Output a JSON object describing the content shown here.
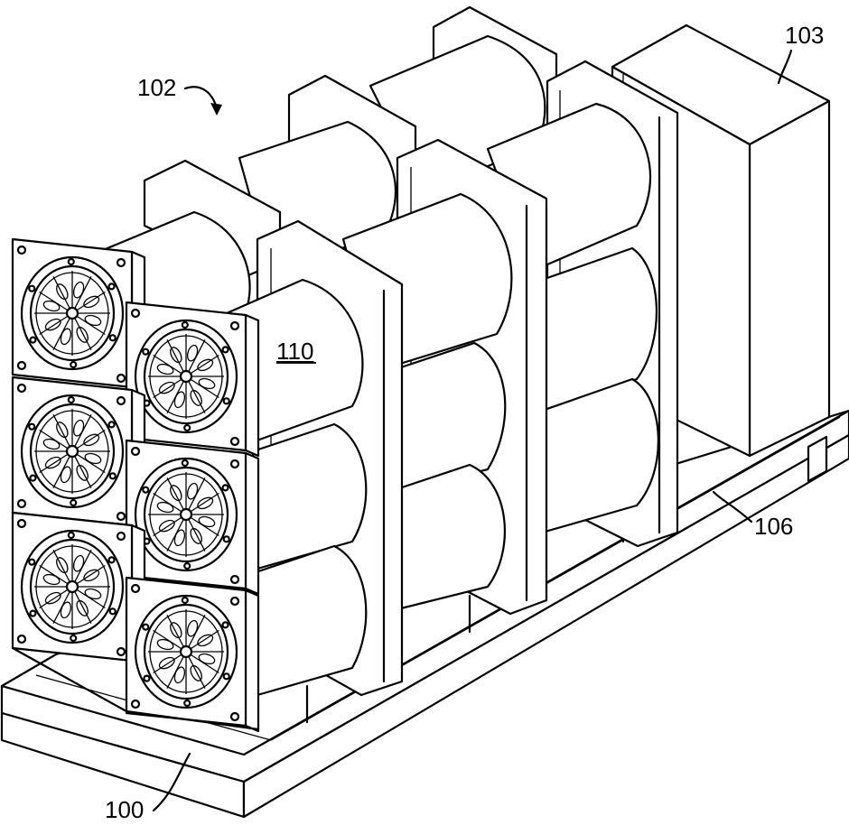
{
  "figure": {
    "labels": {
      "assembly": "102",
      "enclosure": "103",
      "cylinder": "110",
      "skid": "106",
      "end_plate": "100"
    }
  }
}
